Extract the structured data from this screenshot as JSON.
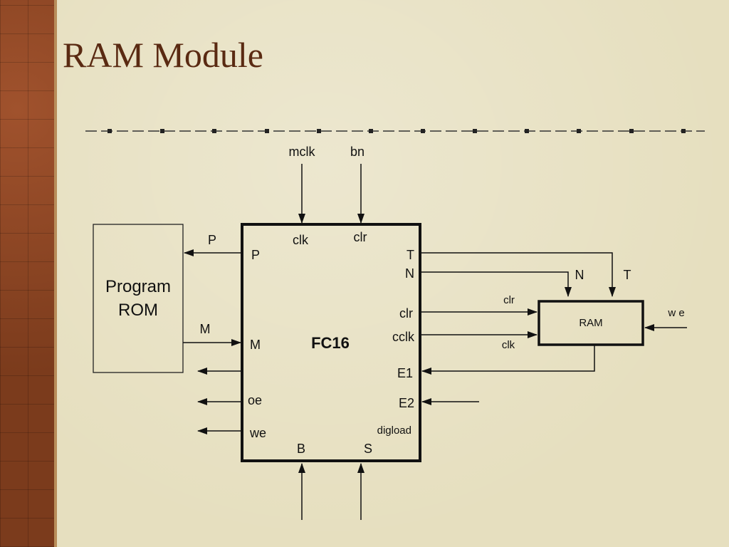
{
  "slide": {
    "title": "RAM Module"
  },
  "diagram": {
    "top_inputs": [
      "mclk",
      "bn"
    ],
    "rom": {
      "line1": "Program",
      "line2": "ROM"
    },
    "rom_signals": {
      "p": "P",
      "m": "M"
    },
    "fc16": {
      "name": "FC16",
      "left_ports": [
        "P",
        "M",
        "oe",
        "we"
      ],
      "top_ports": [
        "clk",
        "clr"
      ],
      "right_ports": [
        "T",
        "N",
        "clr",
        "cclk",
        "E1",
        "E2"
      ],
      "bottom_ports": [
        "B",
        "S"
      ],
      "inner_label": "digload"
    },
    "ram": {
      "name": "RAM",
      "top_inputs": [
        "N",
        "T"
      ],
      "left_inputs": [
        "clr",
        "clk"
      ],
      "right_input": "w e"
    }
  }
}
